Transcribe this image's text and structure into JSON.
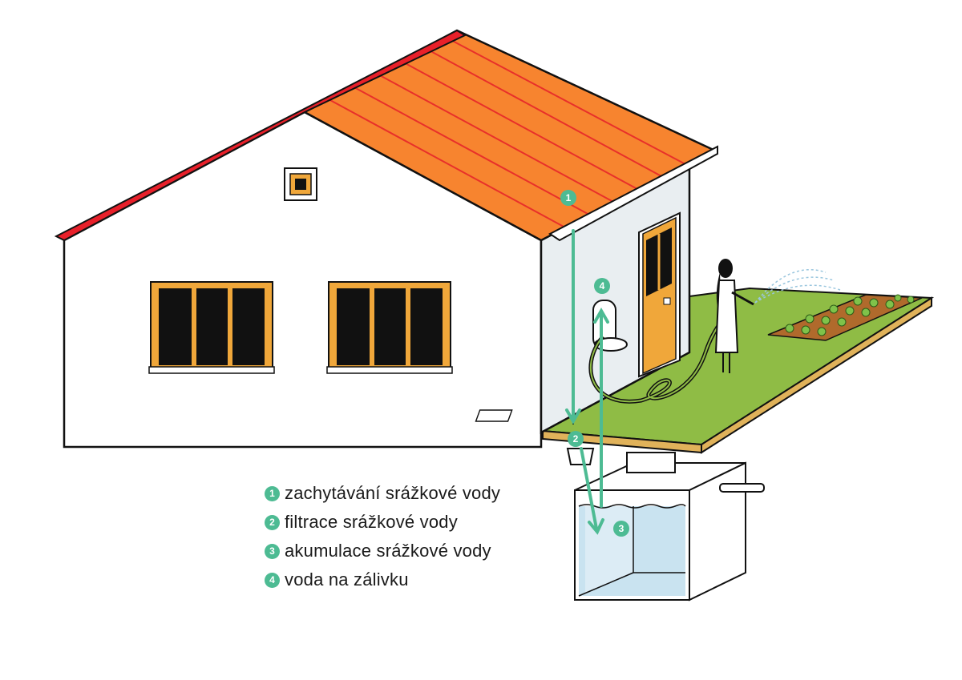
{
  "diagram": {
    "markers": [
      "1",
      "2",
      "3",
      "4"
    ],
    "legend": [
      {
        "num": "1",
        "label": "zachytávání srážkové vody"
      },
      {
        "num": "2",
        "label": "filtrace srážkové vody"
      },
      {
        "num": "3",
        "label": "akumulace srážkové vody"
      },
      {
        "num": "4",
        "label": "voda na zálivku"
      }
    ]
  },
  "colors": {
    "accent": "#4dbb93",
    "roof": "#f7842f",
    "roof_gable": "#e8202a",
    "window_frame": "#f0a73a",
    "lawn": "#8fbc45",
    "soil": "#e0b25a",
    "water": "#c9e3f0",
    "wall": "#ffffff",
    "side_wall": "#e9eef1"
  }
}
